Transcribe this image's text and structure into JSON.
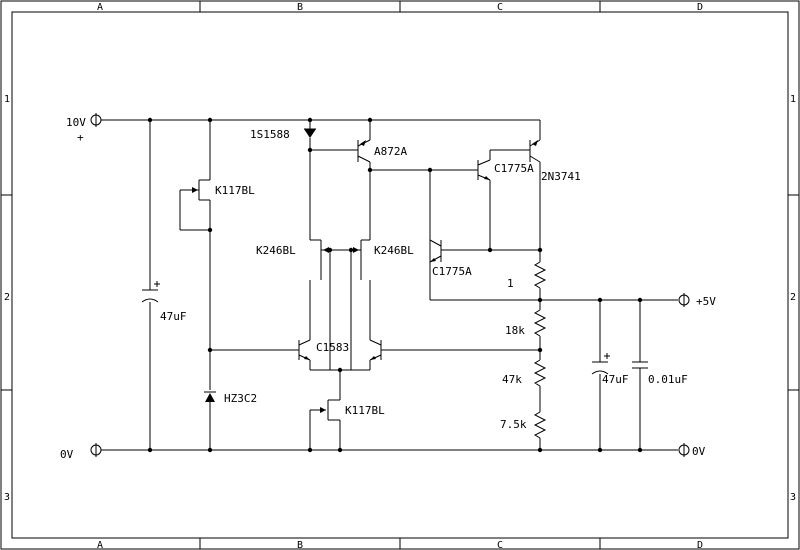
{
  "border": {
    "columns": [
      "A",
      "B",
      "C",
      "D"
    ],
    "rows": [
      "1",
      "2",
      "3"
    ]
  },
  "terminals": {
    "vin": "10V",
    "vin_polarity": "+",
    "gnd_left": "0V",
    "vout": "+5V",
    "gnd_right": "0V"
  },
  "components": {
    "c_left": "47uF",
    "j_bias_top": "K117BL",
    "zener": "HZ3C2",
    "diode": "1S1588",
    "q_pnp": "A872A",
    "j_pair_left": "K246BL",
    "j_pair_right": "K246BL",
    "q_pair": "C1583",
    "j_tail": "K117BL",
    "q_driver": "C1775A",
    "q_limit": "C1775A",
    "q_pass": "2N3741",
    "r_sense": "1",
    "r_top": "18k",
    "r_mid": "47k",
    "r_bot": "7.5k",
    "c_out": "47uF",
    "c_film": "0.01uF"
  }
}
